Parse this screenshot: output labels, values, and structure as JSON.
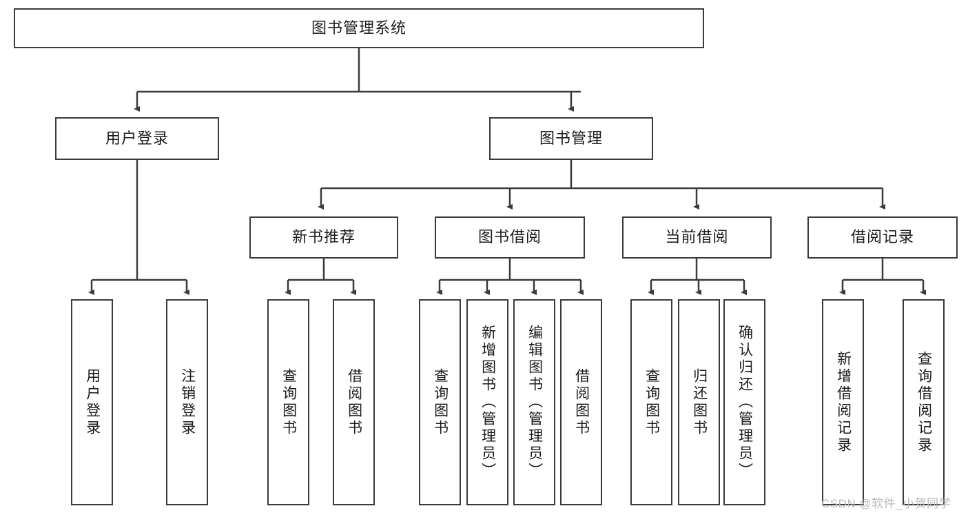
{
  "diagram": {
    "title": "图书管理系统",
    "watermark": "CSDN @软件_小贺同学",
    "line_color": "#3a3a3a",
    "box_fill": "#ffffff",
    "text_color": "#1b1b1b",
    "nodes": {
      "root": {
        "label": "图书管理系统"
      },
      "level2": [
        {
          "id": "user-login",
          "label": "用户登录"
        },
        {
          "id": "book-management",
          "label": "图书管理"
        }
      ],
      "level3": [
        {
          "id": "new-book-recommend",
          "label": "新书推荐"
        },
        {
          "id": "book-borrow",
          "label": "图书借阅"
        },
        {
          "id": "current-borrow",
          "label": "当前借阅"
        },
        {
          "id": "borrow-record",
          "label": "借阅记录"
        }
      ],
      "leaves": [
        {
          "id": "leaf-user-login",
          "label": "用户登录"
        },
        {
          "id": "leaf-logout-login",
          "label": "注销登录"
        },
        {
          "id": "leaf-query-book-1",
          "label": "查询图书"
        },
        {
          "id": "leaf-borrow-book-1",
          "label": "借阅图书"
        },
        {
          "id": "leaf-query-book-2",
          "label": "查询图书"
        },
        {
          "id": "leaf-add-book",
          "label": "新增图书（管理员）"
        },
        {
          "id": "leaf-edit-book",
          "label": "编辑图书（管理员）"
        },
        {
          "id": "leaf-borrow-book-2",
          "label": "借阅图书"
        },
        {
          "id": "leaf-query-book-3",
          "label": "查询图书"
        },
        {
          "id": "leaf-return-book",
          "label": "归还图书"
        },
        {
          "id": "leaf-confirm-return",
          "label": "确认归还（管理员）"
        },
        {
          "id": "leaf-add-borrow-record",
          "label": "新增借阅记录"
        },
        {
          "id": "leaf-query-borrow-record",
          "label": "查询借阅记录"
        }
      ]
    }
  }
}
